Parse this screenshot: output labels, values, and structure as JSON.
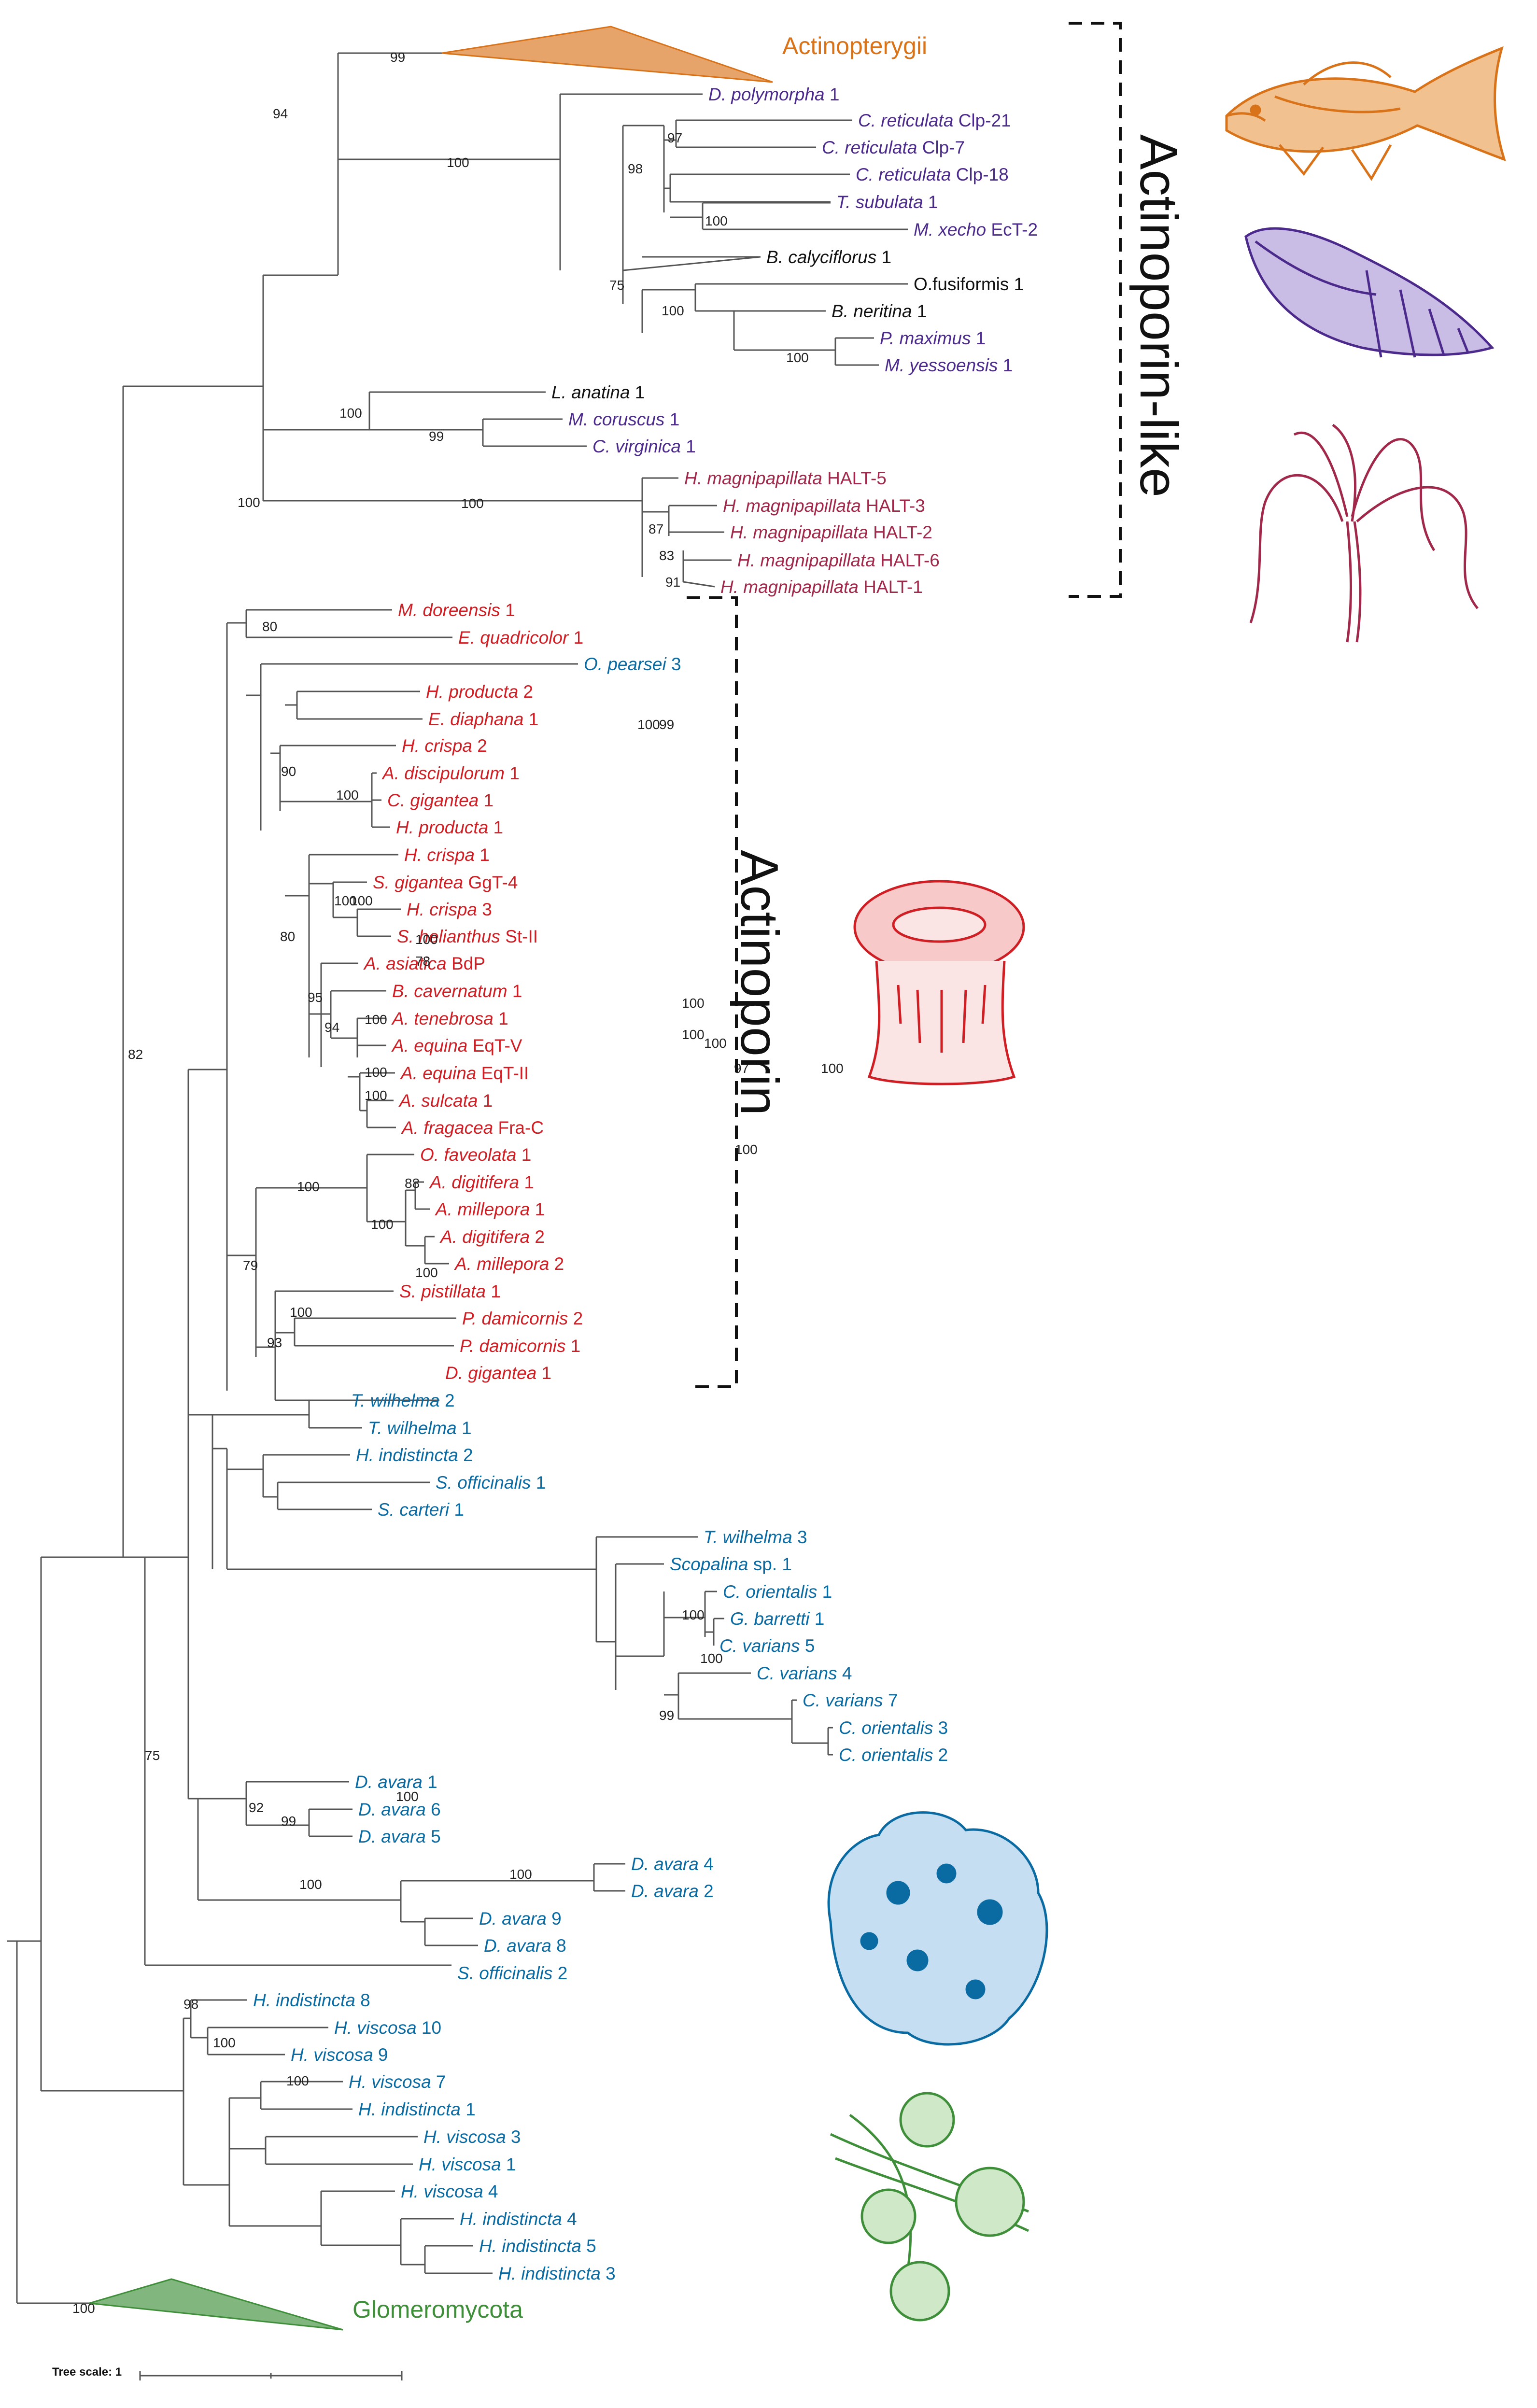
{
  "colors": {
    "Actinopterygii": "#d9731a",
    "mollusc": "#4b2a8c",
    "hydra": "#a0284a",
    "anthozoa": "#cf1f25",
    "sponge": "#0a6aa2",
    "other": "#111111",
    "Glomeromycota": "#3f8f3a"
  },
  "clades": {
    "actinoporin_like": "Actinoporin-like",
    "actinoporin": "Actinoporin"
  },
  "collapsed": [
    {
      "name": "Actinopterygii",
      "color_key": "Actinopterygii"
    },
    {
      "name": "Glomeromycota",
      "color_key": "Glomeromycota"
    }
  ],
  "tree_scale": {
    "label": "Tree scale: 1"
  },
  "illustrations": [
    {
      "name": "fish-illustration"
    },
    {
      "name": "sea-snail-illustration"
    },
    {
      "name": "hydra-illustration"
    },
    {
      "name": "sea-anemone-illustration"
    },
    {
      "name": "sponge-illustration"
    },
    {
      "name": "glomeromycota-spores-illustration"
    }
  ],
  "leaves": [
    {
      "sp": "D. polymorpha",
      "suf": " 1",
      "c": "mollusc"
    },
    {
      "sp": "C. reticulata",
      "suf": " Clp-21",
      "c": "mollusc"
    },
    {
      "sp": "C. reticulata",
      "suf": " Clp-7",
      "c": "mollusc"
    },
    {
      "sp": "C. reticulata",
      "suf": " Clp-18",
      "c": "mollusc"
    },
    {
      "sp": "T. subulata",
      "suf": " 1",
      "c": "mollusc"
    },
    {
      "sp": "M. xecho",
      "suf": " EcT-2",
      "c": "mollusc"
    },
    {
      "sp": "B. calyciflorus",
      "suf": " 1",
      "c": "other"
    },
    {
      "sp": "O.fusiformis",
      "suf": " 1",
      "c": "other",
      "upright": true
    },
    {
      "sp": "B. neritina",
      "suf": " 1",
      "c": "other"
    },
    {
      "sp": "P. maximus",
      "suf": " 1",
      "c": "mollusc"
    },
    {
      "sp": "M. yessoensis",
      "suf": " 1",
      "c": "mollusc"
    },
    {
      "sp": "L. anatina",
      "suf": " 1",
      "c": "other"
    },
    {
      "sp": "M. coruscus",
      "suf": " 1",
      "c": "mollusc"
    },
    {
      "sp": "C. virginica",
      "suf": " 1",
      "c": "mollusc"
    },
    {
      "sp": "H. magnipapillata",
      "suf": " HALT-5",
      "c": "hydra"
    },
    {
      "sp": "H. magnipapillata",
      "suf": " HALT-3",
      "c": "hydra"
    },
    {
      "sp": "H. magnipapillata",
      "suf": " HALT-2",
      "c": "hydra"
    },
    {
      "sp": "H. magnipapillata",
      "suf": " HALT-6",
      "c": "hydra"
    },
    {
      "sp": "H. magnipapillata",
      "suf": " HALT-1",
      "c": "hydra"
    },
    {
      "sp": "M. doreensis",
      "suf": " 1",
      "c": "anthozoa"
    },
    {
      "sp": "E. quadricolor",
      "suf": " 1",
      "c": "anthozoa"
    },
    {
      "sp": "O. pearsei",
      "suf": " 3",
      "c": "sponge"
    },
    {
      "sp": "H. producta",
      "suf": " 2",
      "c": "anthozoa"
    },
    {
      "sp": "E. diaphana",
      "suf": " 1",
      "c": "anthozoa"
    },
    {
      "sp": "H. crispa",
      "suf": " 2",
      "c": "anthozoa"
    },
    {
      "sp": "A. discipulorum",
      "suf": " 1",
      "c": "anthozoa"
    },
    {
      "sp": "C. gigantea",
      "suf": " 1",
      "c": "anthozoa"
    },
    {
      "sp": "H. producta",
      "suf": " 1",
      "c": "anthozoa"
    },
    {
      "sp": "H. crispa",
      "suf": " 1",
      "c": "anthozoa"
    },
    {
      "sp": "S. gigantea",
      "suf": " GgT-4",
      "c": "anthozoa"
    },
    {
      "sp": "H. crispa",
      "suf": " 3",
      "c": "anthozoa"
    },
    {
      "sp": "S. helianthus",
      "suf": " St-II",
      "c": "anthozoa"
    },
    {
      "sp": "A. asiatica",
      "suf": " BdP",
      "c": "anthozoa"
    },
    {
      "sp": "B. cavernatum",
      "suf": " 1",
      "c": "anthozoa"
    },
    {
      "sp": "A. tenebrosa",
      "suf": " 1",
      "c": "anthozoa"
    },
    {
      "sp": "A. equina",
      "suf": " EqT-V",
      "c": "anthozoa"
    },
    {
      "sp": "A. equina",
      "suf": " EqT-II",
      "c": "anthozoa"
    },
    {
      "sp": "A. sulcata",
      "suf": " 1",
      "c": "anthozoa"
    },
    {
      "sp": "A. fragacea",
      "suf": " Fra-C",
      "c": "anthozoa"
    },
    {
      "sp": "O. faveolata",
      "suf": " 1",
      "c": "anthozoa"
    },
    {
      "sp": "A. digitifera",
      "suf": " 1",
      "c": "anthozoa"
    },
    {
      "sp": "A. millepora",
      "suf": " 1",
      "c": "anthozoa"
    },
    {
      "sp": "A. digitifera",
      "suf": " 2",
      "c": "anthozoa"
    },
    {
      "sp": "A. millepora",
      "suf": " 2",
      "c": "anthozoa"
    },
    {
      "sp": "S. pistillata",
      "suf": " 1",
      "c": "anthozoa"
    },
    {
      "sp": "P. damicornis",
      "suf": " 2",
      "c": "anthozoa"
    },
    {
      "sp": "P. damicornis",
      "suf": " 1",
      "c": "anthozoa"
    },
    {
      "sp": "D. gigantea",
      "suf": " 1",
      "c": "anthozoa"
    },
    {
      "sp": "T. wilhelma",
      "suf": " 2",
      "c": "sponge"
    },
    {
      "sp": "T. wilhelma",
      "suf": " 1",
      "c": "sponge"
    },
    {
      "sp": "H. indistincta",
      "suf": " 2",
      "c": "sponge"
    },
    {
      "sp": "S. officinalis",
      "suf": " 1",
      "c": "sponge"
    },
    {
      "sp": "S. carteri",
      "suf": " 1",
      "c": "sponge"
    },
    {
      "sp": "T. wilhelma",
      "suf": " 3",
      "c": "sponge"
    },
    {
      "sp": "Scopalina",
      "suf": " sp. 1",
      "c": "sponge"
    },
    {
      "sp": "C. orientalis",
      "suf": " 1",
      "c": "sponge"
    },
    {
      "sp": "G. barretti",
      "suf": " 1",
      "c": "sponge"
    },
    {
      "sp": "C. varians",
      "suf": " 5",
      "c": "sponge"
    },
    {
      "sp": "C. varians",
      "suf": " 4",
      "c": "sponge"
    },
    {
      "sp": "C. varians",
      "suf": " 7",
      "c": "sponge"
    },
    {
      "sp": "C. orientalis",
      "suf": " 3",
      "c": "sponge"
    },
    {
      "sp": "C. orientalis",
      "suf": " 2",
      "c": "sponge"
    },
    {
      "sp": "D. avara",
      "suf": " 1",
      "c": "sponge"
    },
    {
      "sp": "D. avara",
      "suf": " 6",
      "c": "sponge"
    },
    {
      "sp": "D. avara",
      "suf": " 5",
      "c": "sponge"
    },
    {
      "sp": "D. avara",
      "suf": " 4",
      "c": "sponge"
    },
    {
      "sp": "D. avara",
      "suf": " 2",
      "c": "sponge"
    },
    {
      "sp": "D. avara",
      "suf": " 9",
      "c": "sponge"
    },
    {
      "sp": "D. avara",
      "suf": " 8",
      "c": "sponge"
    },
    {
      "sp": "S. officinalis",
      "suf": " 2",
      "c": "sponge"
    },
    {
      "sp": "H. indistincta",
      "suf": " 8",
      "c": "sponge"
    },
    {
      "sp": "H. viscosa",
      "suf": " 10",
      "c": "sponge"
    },
    {
      "sp": "H. viscosa",
      "suf": " 9",
      "c": "sponge"
    },
    {
      "sp": "H. viscosa",
      "suf": " 7",
      "c": "sponge"
    },
    {
      "sp": "H. indistincta",
      "suf": " 1",
      "c": "sponge"
    },
    {
      "sp": "H. viscosa",
      "suf": " 3",
      "c": "sponge"
    },
    {
      "sp": "H. viscosa",
      "suf": " 1",
      "c": "sponge"
    },
    {
      "sp": "H. viscosa",
      "suf": " 4",
      "c": "sponge"
    },
    {
      "sp": "H. indistincta",
      "suf": " 4",
      "c": "sponge"
    },
    {
      "sp": "H. indistincta",
      "suf": " 5",
      "c": "sponge"
    },
    {
      "sp": "H. indistincta",
      "suf": " 3",
      "c": "sponge"
    }
  ],
  "bootstrap": [
    "99",
    "94",
    "100",
    "97",
    "98",
    "100",
    "75",
    "100",
    "100",
    "100",
    "99",
    "100",
    "100",
    "87",
    "83",
    "91",
    "80",
    "90",
    "100",
    "100",
    "100",
    "80",
    "95",
    "94",
    "100",
    "100",
    "100",
    "88",
    "100",
    "100",
    "100",
    "79",
    "100",
    "93",
    "100",
    "78",
    "100",
    "100",
    "100",
    "97",
    "100",
    "100",
    "99",
    "100",
    "100",
    "100",
    "99",
    "75",
    "82",
    "98",
    "100",
    "100",
    "92",
    "99",
    "100",
    "100",
    "100",
    "100"
  ]
}
